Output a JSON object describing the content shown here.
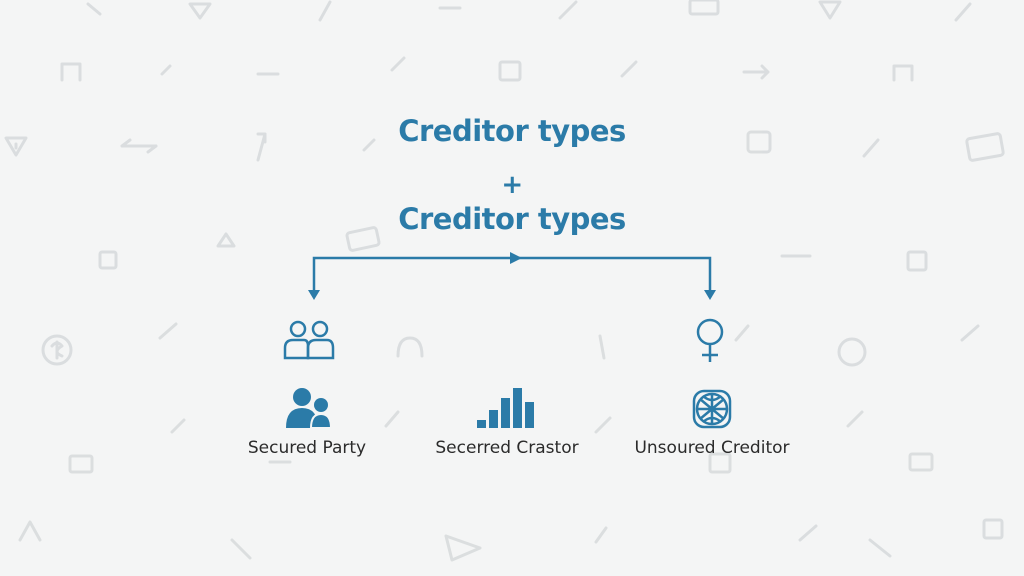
{
  "colors": {
    "accent": "#2b7ba8",
    "text": "#2b2b2b",
    "background": "#f4f5f5"
  },
  "header": {
    "title_top": "Creditor types",
    "plus": "+",
    "title_bottom": "Creditor types"
  },
  "top_icons": [
    {
      "icon": "people-outline-icon"
    },
    {
      "icon": "female-symbol-icon"
    }
  ],
  "items": [
    {
      "label": "Secured Party",
      "icon": "people-icon"
    },
    {
      "label": "Secerred Crastor",
      "icon": "bar-chart-icon"
    },
    {
      "label": "Unsoured Creditor",
      "icon": "globe-icon"
    }
  ]
}
